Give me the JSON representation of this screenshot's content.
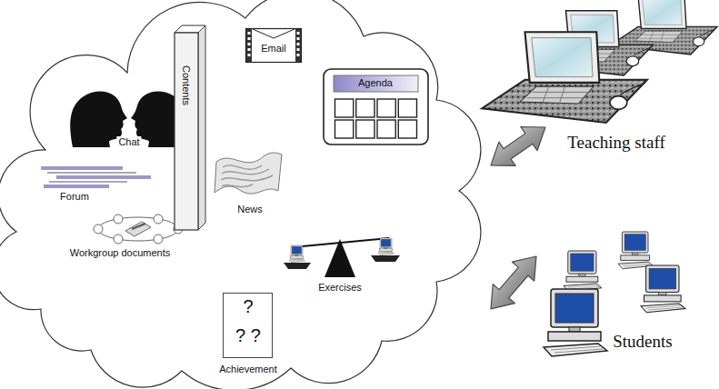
{
  "diagram": {
    "nodes": [
      {
        "text": [
          "Chat",
          "Forum",
          "News",
          "Workgroup documents",
          "Exercises"
        ]
      },
      {
        "text": [
          "Contents"
        ],
        "in": 0
      },
      {
        "text": [
          "Email"
        ],
        "in": 0
      },
      {
        "text": [
          "Agenda"
        ],
        "in": 0
      },
      {
        "text": [
          "?",
          "? ?",
          "Achievement"
        ],
        "in": 0
      },
      {
        "text": [
          "Teaching staff"
        ]
      },
      {
        "text": [
          "Students"
        ]
      }
    ],
    "edges": [
      {
        "from": 0,
        "to": 5,
        "arrow": "both"
      },
      {
        "from": 0,
        "to": 6,
        "arrow": "both"
      }
    ]
  }
}
